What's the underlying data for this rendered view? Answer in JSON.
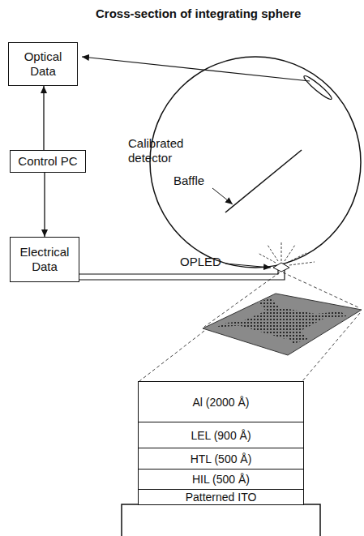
{
  "diagram": {
    "title": "Cross-section of integrating sphere",
    "nodes": [
      {
        "text": [
          "Optical Data"
        ]
      },
      {
        "text": [
          "Control PC"
        ]
      },
      {
        "text": [
          "Electrical Data"
        ]
      },
      {
        "text": [
          "Al (2000 Å)"
        ]
      },
      {
        "text": [
          "LEL (900 Å)"
        ]
      },
      {
        "text": [
          "HTL (500 Å)"
        ]
      },
      {
        "text": [
          "HIL (500 Å)"
        ]
      },
      {
        "text": [
          "Patterned ITO"
        ]
      }
    ],
    "edges": [
      {
        "from": 1,
        "to": 0,
        "arrow": "to"
      },
      {
        "from": 1,
        "to": 2,
        "arrow": "to"
      }
    ],
    "labels": [
      "Calibrated detector",
      "Baffle",
      "OPLED"
    ]
  }
}
